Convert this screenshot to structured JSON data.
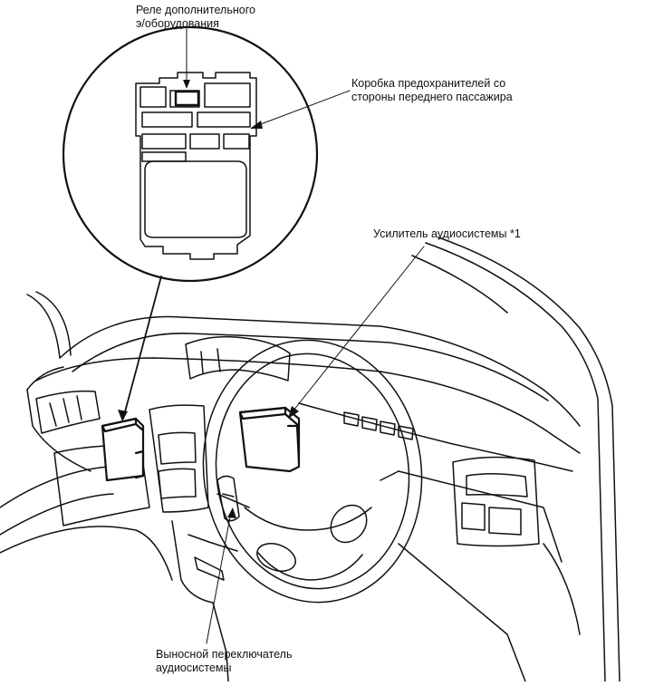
{
  "labels": {
    "relay_line1": "Реле дополнительного",
    "relay_line2": "э/оборудования",
    "fusebox_line1": "Коробка предохранителей со",
    "fusebox_line2": "стороны переднего пассажира",
    "amplifier": "Усилитель аудиосистемы *1",
    "remote_switch_line1": "Выносной переключатель",
    "remote_switch_line2": "аудиосистемы"
  },
  "components": [
    "fuse-box",
    "accessory-relay",
    "audio-amplifier",
    "audio-remote-switch",
    "steering-wheel",
    "dashboard"
  ]
}
